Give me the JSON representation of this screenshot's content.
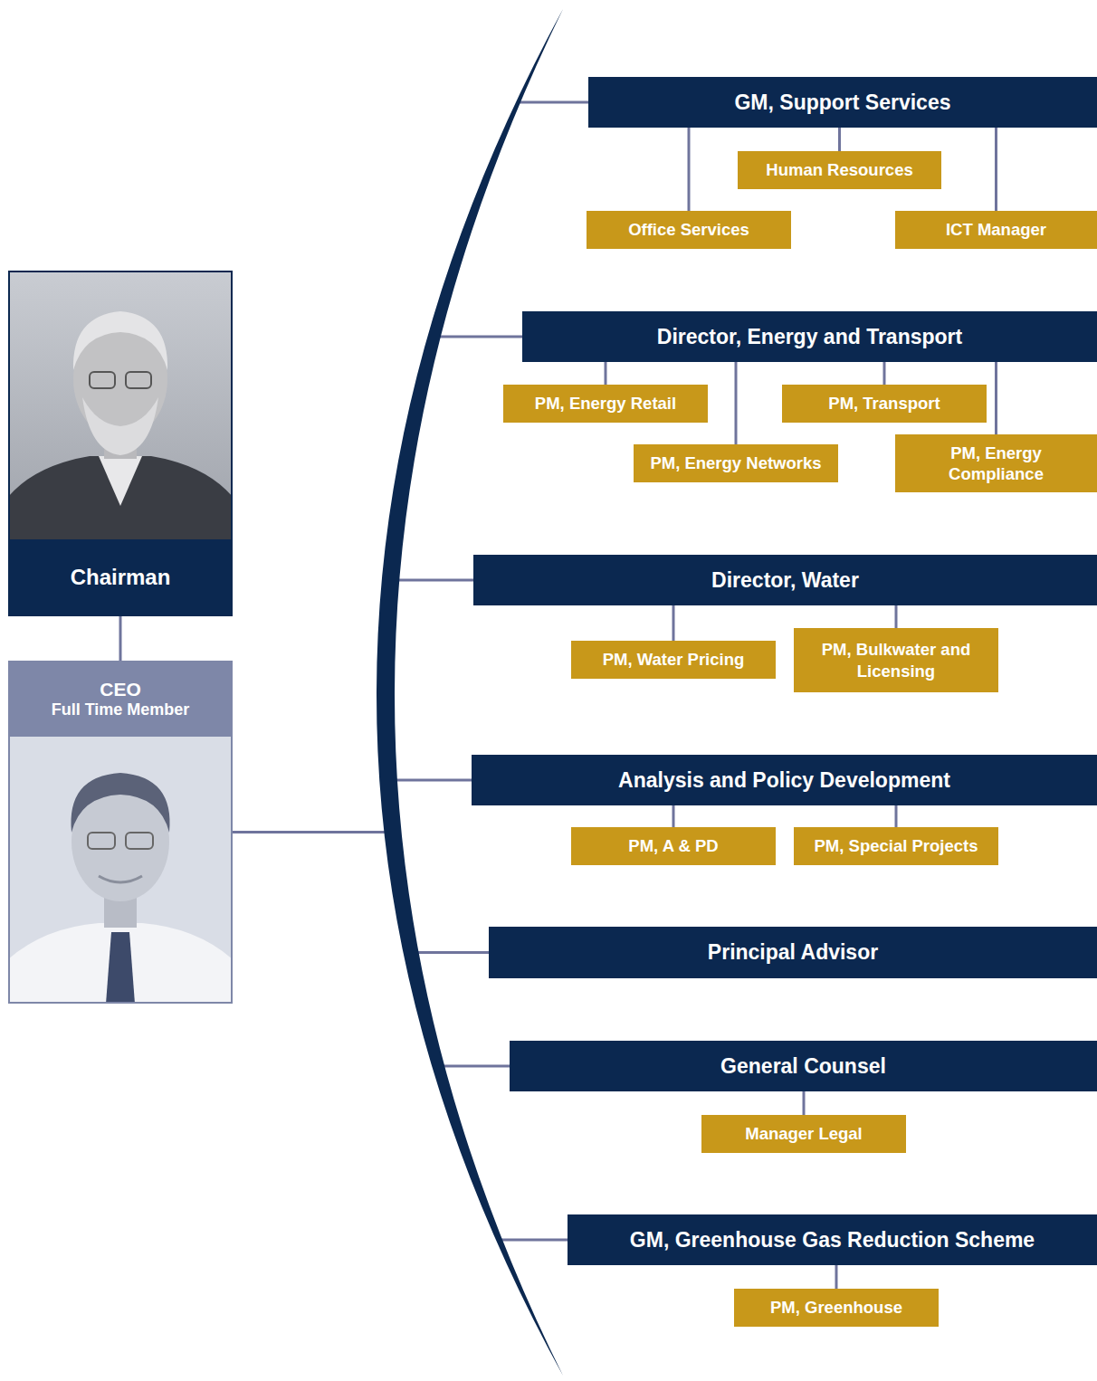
{
  "diagram": {
    "nodes": [
      {
        "text": [
          "Chairman"
        ]
      },
      {
        "text": [
          "CEO",
          "Full Time Member"
        ]
      },
      {
        "text": [
          "GM, Support Services"
        ]
      },
      {
        "text": [
          "Human Resources"
        ]
      },
      {
        "text": [
          "Office Services"
        ]
      },
      {
        "text": [
          "ICT Manager"
        ]
      },
      {
        "text": [
          "Director, Energy and Transport"
        ]
      },
      {
        "text": [
          "PM, Energy Retail"
        ]
      },
      {
        "text": [
          "PM, Transport"
        ]
      },
      {
        "text": [
          "PM, Energy Networks"
        ]
      },
      {
        "text": [
          "PM, Energy Compliance"
        ]
      },
      {
        "text": [
          "Director, Water"
        ]
      },
      {
        "text": [
          "PM, Water Pricing"
        ]
      },
      {
        "text": [
          "PM, Bulkwater and Licensing"
        ]
      },
      {
        "text": [
          "Analysis and Policy Development"
        ]
      },
      {
        "text": [
          "PM, A & PD"
        ]
      },
      {
        "text": [
          "PM, Special Projects"
        ]
      },
      {
        "text": [
          "Principal Advisor"
        ]
      },
      {
        "text": [
          "General Counsel"
        ]
      },
      {
        "text": [
          "Manager Legal"
        ]
      },
      {
        "text": [
          "GM, Greenhouse Gas Reduction Scheme"
        ]
      },
      {
        "text": [
          "PM, Greenhouse"
        ]
      }
    ],
    "edges": [
      {
        "from": 0,
        "to": 1,
        "arrow": "none"
      },
      {
        "from": 1,
        "to": 2,
        "arrow": "none"
      },
      {
        "from": 1,
        "to": 6,
        "arrow": "none"
      },
      {
        "from": 1,
        "to": 11,
        "arrow": "none"
      },
      {
        "from": 1,
        "to": 14,
        "arrow": "none"
      },
      {
        "from": 1,
        "to": 17,
        "arrow": "none"
      },
      {
        "from": 1,
        "to": 18,
        "arrow": "none"
      },
      {
        "from": 1,
        "to": 20,
        "arrow": "none"
      },
      {
        "from": 2,
        "to": 3,
        "arrow": "none"
      },
      {
        "from": 2,
        "to": 4,
        "arrow": "none"
      },
      {
        "from": 2,
        "to": 5,
        "arrow": "none"
      },
      {
        "from": 6,
        "to": 7,
        "arrow": "none"
      },
      {
        "from": 6,
        "to": 8,
        "arrow": "none"
      },
      {
        "from": 6,
        "to": 9,
        "arrow": "none"
      },
      {
        "from": 6,
        "to": 10,
        "arrow": "none"
      },
      {
        "from": 11,
        "to": 12,
        "arrow": "none"
      },
      {
        "from": 11,
        "to": 13,
        "arrow": "none"
      },
      {
        "from": 14,
        "to": 15,
        "arrow": "none"
      },
      {
        "from": 14,
        "to": 16,
        "arrow": "none"
      },
      {
        "from": 18,
        "to": 19,
        "arrow": "none"
      },
      {
        "from": 20,
        "to": 21,
        "arrow": "none"
      }
    ]
  }
}
